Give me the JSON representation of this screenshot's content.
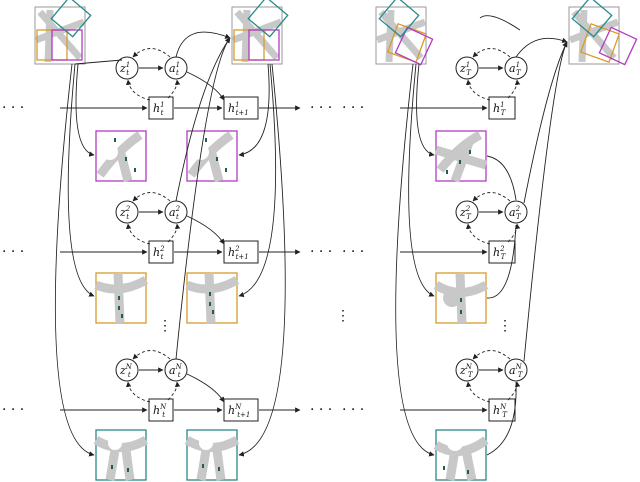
{
  "diagram": {
    "ellipsis": "· · ·",
    "vdots": "⋮",
    "colors": {
      "purple": "#b23cc3",
      "orange": "#d89a2b",
      "teal": "#2a8a8a",
      "line": "#222222",
      "road": "#c8c8c8",
      "road_dark": "#9a9a9a",
      "agent": "#1f5f4f"
    },
    "columns": [
      {
        "id": "t",
        "rows": [
          {
            "z": "z",
            "z_sub": "t",
            "z_sup": "1",
            "a": "a",
            "a_sub": "t",
            "a_sup": "1",
            "h": "h",
            "h_sub": "t",
            "h_sup": "1",
            "h2": "h",
            "h2_sub": "t+1",
            "h2_sup": "1"
          },
          {
            "z": "z",
            "z_sub": "t",
            "z_sup": "2",
            "a": "a",
            "a_sub": "t",
            "a_sup": "2",
            "h": "h",
            "h_sub": "t",
            "h_sup": "2",
            "h2": "h",
            "h2_sub": "t+1",
            "h2_sup": "2"
          },
          {
            "z": "z",
            "z_sub": "t",
            "z_sup": "N",
            "a": "a",
            "a_sub": "t",
            "a_sup": "N",
            "h": "h",
            "h_sub": "t",
            "h_sup": "N",
            "h2": "h",
            "h2_sub": "t+1",
            "h2_sup": "N"
          }
        ]
      },
      {
        "id": "T",
        "rows": [
          {
            "z": "z",
            "z_sub": "T",
            "z_sup": "1",
            "a": "a",
            "a_sub": "T",
            "a_sup": "1",
            "h": "h",
            "h_sub": "T",
            "h_sup": "1"
          },
          {
            "z": "z",
            "z_sub": "T",
            "z_sup": "2",
            "a": "a",
            "a_sub": "T",
            "a_sup": "2",
            "h": "h",
            "h_sub": "T",
            "h_sup": "2"
          },
          {
            "z": "z",
            "z_sub": "T",
            "z_sup": "N",
            "a": "a",
            "a_sub": "T",
            "a_sup": "N",
            "h": "h",
            "h_sub": "T",
            "h_sup": "N"
          }
        ]
      }
    ]
  }
}
